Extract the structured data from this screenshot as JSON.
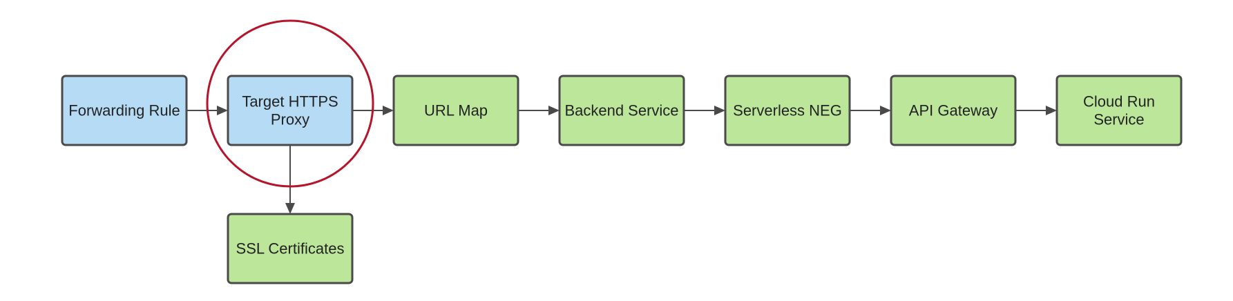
{
  "colors": {
    "load_balancer_fill": "#b6dcf5",
    "service_fill": "#bce69a",
    "border": "#4a4a4a",
    "highlight": "#b5152b",
    "background": "#ffffff"
  },
  "nodes": [
    {
      "id": "forwarding-rule",
      "lines": [
        "Forwarding Rule"
      ],
      "kind": "load_balancer"
    },
    {
      "id": "target-https-proxy",
      "lines": [
        "Target HTTPS",
        "Proxy"
      ],
      "kind": "load_balancer"
    },
    {
      "id": "url-map",
      "lines": [
        "URL Map"
      ],
      "kind": "service"
    },
    {
      "id": "backend-service",
      "lines": [
        "Backend Service"
      ],
      "kind": "service"
    },
    {
      "id": "serverless-neg",
      "lines": [
        "Serverless NEG"
      ],
      "kind": "service"
    },
    {
      "id": "api-gateway",
      "lines": [
        "API Gateway"
      ],
      "kind": "service"
    },
    {
      "id": "cloud-run-service",
      "lines": [
        "Cloud Run",
        "Service"
      ],
      "kind": "service"
    },
    {
      "id": "ssl-certificates",
      "lines": [
        "SSL Certificates"
      ],
      "kind": "service"
    }
  ],
  "edges": [
    {
      "from": "forwarding-rule",
      "to": "target-https-proxy"
    },
    {
      "from": "target-https-proxy",
      "to": "url-map"
    },
    {
      "from": "url-map",
      "to": "backend-service"
    },
    {
      "from": "backend-service",
      "to": "serverless-neg"
    },
    {
      "from": "serverless-neg",
      "to": "api-gateway"
    },
    {
      "from": "api-gateway",
      "to": "cloud-run-service"
    },
    {
      "from": "target-https-proxy",
      "to": "ssl-certificates"
    }
  ],
  "highlight": {
    "node": "target-https-proxy",
    "shape": "circle"
  }
}
